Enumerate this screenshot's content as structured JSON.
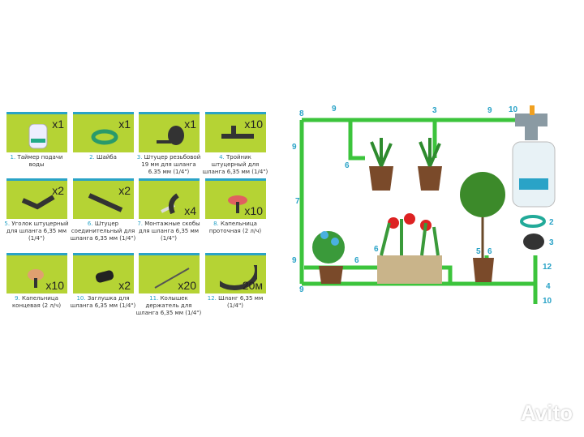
{
  "kit": {
    "items": [
      {
        "num": "1.",
        "label": "Таймер подачи воды",
        "qty": "x1",
        "icon": "timer-icon"
      },
      {
        "num": "2.",
        "label": "Шайба",
        "qty": "x1",
        "icon": "washer-icon"
      },
      {
        "num": "3.",
        "label": "Штуцер резьбовой 19 мм для шланга 6.35 мм (1/4\")",
        "qty": "x1",
        "icon": "threaded-fitting-icon"
      },
      {
        "num": "4.",
        "label": "Тройник штуцерный для шланга 6,35 мм (1/4\")",
        "qty": "x10",
        "icon": "tee-fitting-icon"
      },
      {
        "num": "5.",
        "label": "Уголок штуцерный для шланга 6,35 мм (1/4\")",
        "qty": "x2",
        "icon": "elbow-fitting-icon"
      },
      {
        "num": "6.",
        "label": "Штуцер соединительный для шланга 6,35 мм (1/4\")",
        "qty": "x2",
        "icon": "connector-icon"
      },
      {
        "num": "7.",
        "label": "Монтажные скобы для шланга 6,35 мм (1/4\")",
        "qty": "x4",
        "icon": "clip-icon"
      },
      {
        "num": "8.",
        "label": "Капельница проточная (2 л/ч)",
        "qty": "x10",
        "icon": "dripper-red-icon"
      },
      {
        "num": "9.",
        "label": "Капельница концевая (2 л/ч)",
        "qty": "x10",
        "icon": "dripper-orange-icon"
      },
      {
        "num": "10.",
        "label": "Заглушка для шланга 6,35 мм (1/4\")",
        "qty": "x2",
        "icon": "plug-icon"
      },
      {
        "num": "11.",
        "label": "Колышек держатель для шланга 6,35 мм (1/4\")",
        "qty": "x20",
        "icon": "stake-icon"
      },
      {
        "num": "12.",
        "label": "Шланг 6,35 мм (1/4\")",
        "qty": "20м",
        "icon": "hose-coil-icon"
      }
    ]
  },
  "diagram": {
    "labels": [
      "8",
      "9",
      "3",
      "9",
      "10",
      "9",
      "6",
      "7",
      "9",
      "6",
      "9",
      "6",
      "5",
      "6",
      "2",
      "3",
      "12",
      "4",
      "10"
    ]
  },
  "colors": {
    "tile": "#b5d334",
    "accent": "#2aa3c7",
    "hose": "#3cc43c"
  },
  "watermark": "Avito"
}
